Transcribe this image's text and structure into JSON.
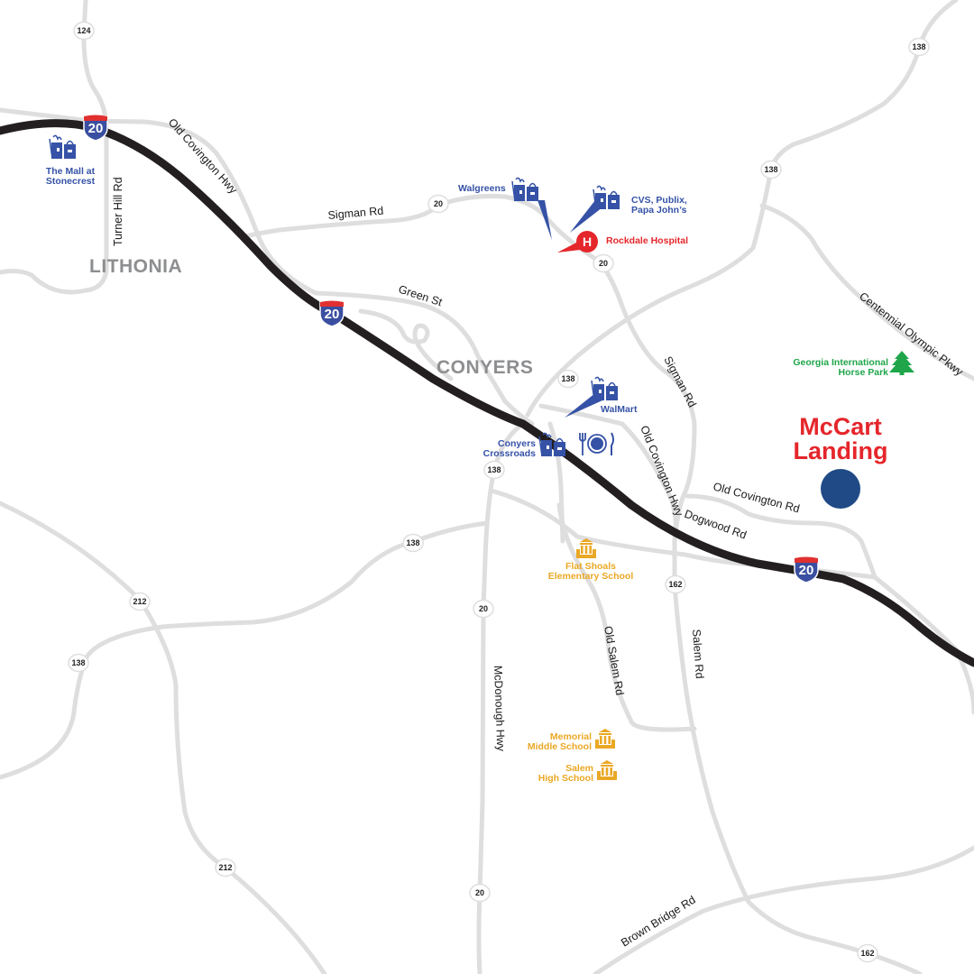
{
  "map": {
    "title": "McCart Landing",
    "site_marker": {
      "label": "McCart Landing",
      "color": "#1f4a86"
    },
    "colors": {
      "road": "#dedede",
      "interstate": "#231f20",
      "city_label": "#8d8e90",
      "shopping": "#3552a6",
      "hospital": "#e5262b",
      "park": "#1fa64a",
      "school": "#eaa825",
      "site_title": "#e5262b"
    },
    "cities": [
      {
        "name": "LITHONIA"
      },
      {
        "name": "CONYERS"
      }
    ],
    "road_labels": {
      "old_covington_hwy_nw": "Old Covington Hwy",
      "turner_hill_rd": "Turner Hill Rd",
      "sigman_rd_west": "Sigman Rd",
      "green_st": "Green St",
      "sigman_rd_east": "Sigman Rd",
      "old_covington_hwy_se": "Old Covington Hwy",
      "old_covington_rd": "Old Covington Rd",
      "dogwood_rd": "Dogwood Rd",
      "centennial_olympic_pkwy": "Centennial Olympic Pkwy",
      "old_salem_rd": "Old Salem Rd",
      "salem_rd": "Salem Rd",
      "mcdonough_hwy": "McDonough Hwy",
      "brown_bridge_rd": "Brown Bridge Rd"
    },
    "shields": {
      "interstate": [
        "20",
        "20",
        "20"
      ],
      "state": [
        "124",
        "138",
        "138",
        "20",
        "20",
        "138",
        "138",
        "138",
        "138",
        "212",
        "20",
        "162",
        "138",
        "212",
        "20",
        "162"
      ]
    },
    "pois": {
      "mall": {
        "line1": "The Mall at",
        "line2": "Stonecrest",
        "icon": "shopping-bags-icon"
      },
      "walgreens": {
        "line1": "Walgreens",
        "icon": "shopping-bags-icon"
      },
      "cvs": {
        "line1": "CVS, Publix,",
        "line2": "Papa John’s",
        "icon": "shopping-bags-icon"
      },
      "hospital": {
        "line1": "Rockdale Hospital",
        "icon": "hospital-icon",
        "glyph": "H"
      },
      "walmart": {
        "line1": "WalMart",
        "icon": "shopping-bags-icon"
      },
      "crossroads": {
        "line1": "Conyers",
        "line2": "Crossroads",
        "icon": "shopping-dining-icon"
      },
      "horse_park": {
        "line1": "Georgia International",
        "line2": "Horse Park",
        "icon": "tree-icon"
      },
      "flat_shoals": {
        "line1": "Flat Shoals",
        "line2": "Elementary School",
        "icon": "school-icon"
      },
      "memorial": {
        "line1": "Memorial",
        "line2": "Middle School",
        "icon": "school-icon"
      },
      "salem_hs": {
        "line1": "Salem",
        "line2": "High School",
        "icon": "school-icon"
      }
    },
    "site": {
      "line1": "McCart",
      "line2": "Landing"
    }
  }
}
